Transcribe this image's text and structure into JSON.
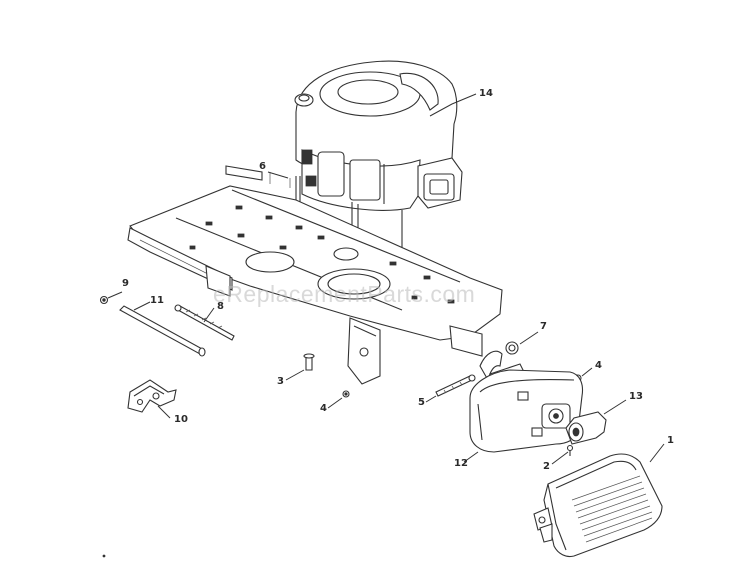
{
  "callouts": [
    {
      "id": "14",
      "label": "14"
    },
    {
      "id": "6",
      "label": "6"
    },
    {
      "id": "9",
      "label": "9"
    },
    {
      "id": "11",
      "label": "11"
    },
    {
      "id": "8",
      "label": "8"
    },
    {
      "id": "7",
      "label": "7"
    },
    {
      "id": "4a",
      "label": "4"
    },
    {
      "id": "3",
      "label": "3"
    },
    {
      "id": "4b",
      "label": "4"
    },
    {
      "id": "5",
      "label": "5"
    },
    {
      "id": "13",
      "label": "13"
    },
    {
      "id": "10",
      "label": "10"
    },
    {
      "id": "1",
      "label": "1"
    },
    {
      "id": "2",
      "label": "2"
    },
    {
      "id": "12",
      "label": "12"
    }
  ],
  "watermark": "eReplacementParts.com",
  "colors": {
    "line": "#333333",
    "background": "#ffffff",
    "watermark": "#b9b9b9"
  }
}
